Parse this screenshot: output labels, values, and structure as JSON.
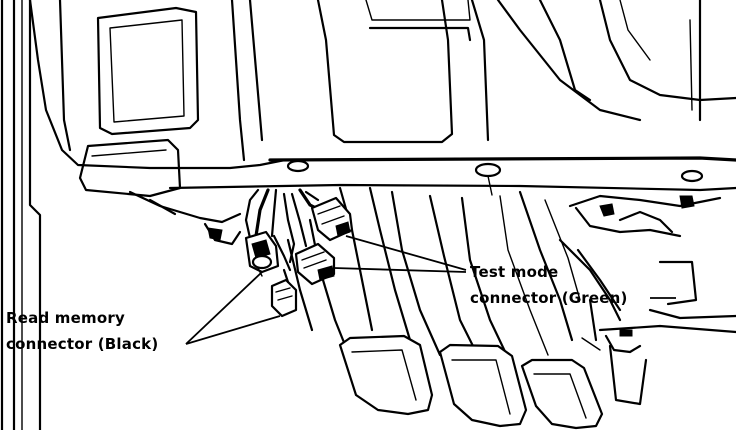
{
  "diagram": {
    "labels": {
      "read_memory_line1": "Read memory",
      "read_memory_line2": "connector (Black)",
      "test_mode_line1": "Test mode",
      "test_mode_line2": "connector (Green)"
    }
  }
}
